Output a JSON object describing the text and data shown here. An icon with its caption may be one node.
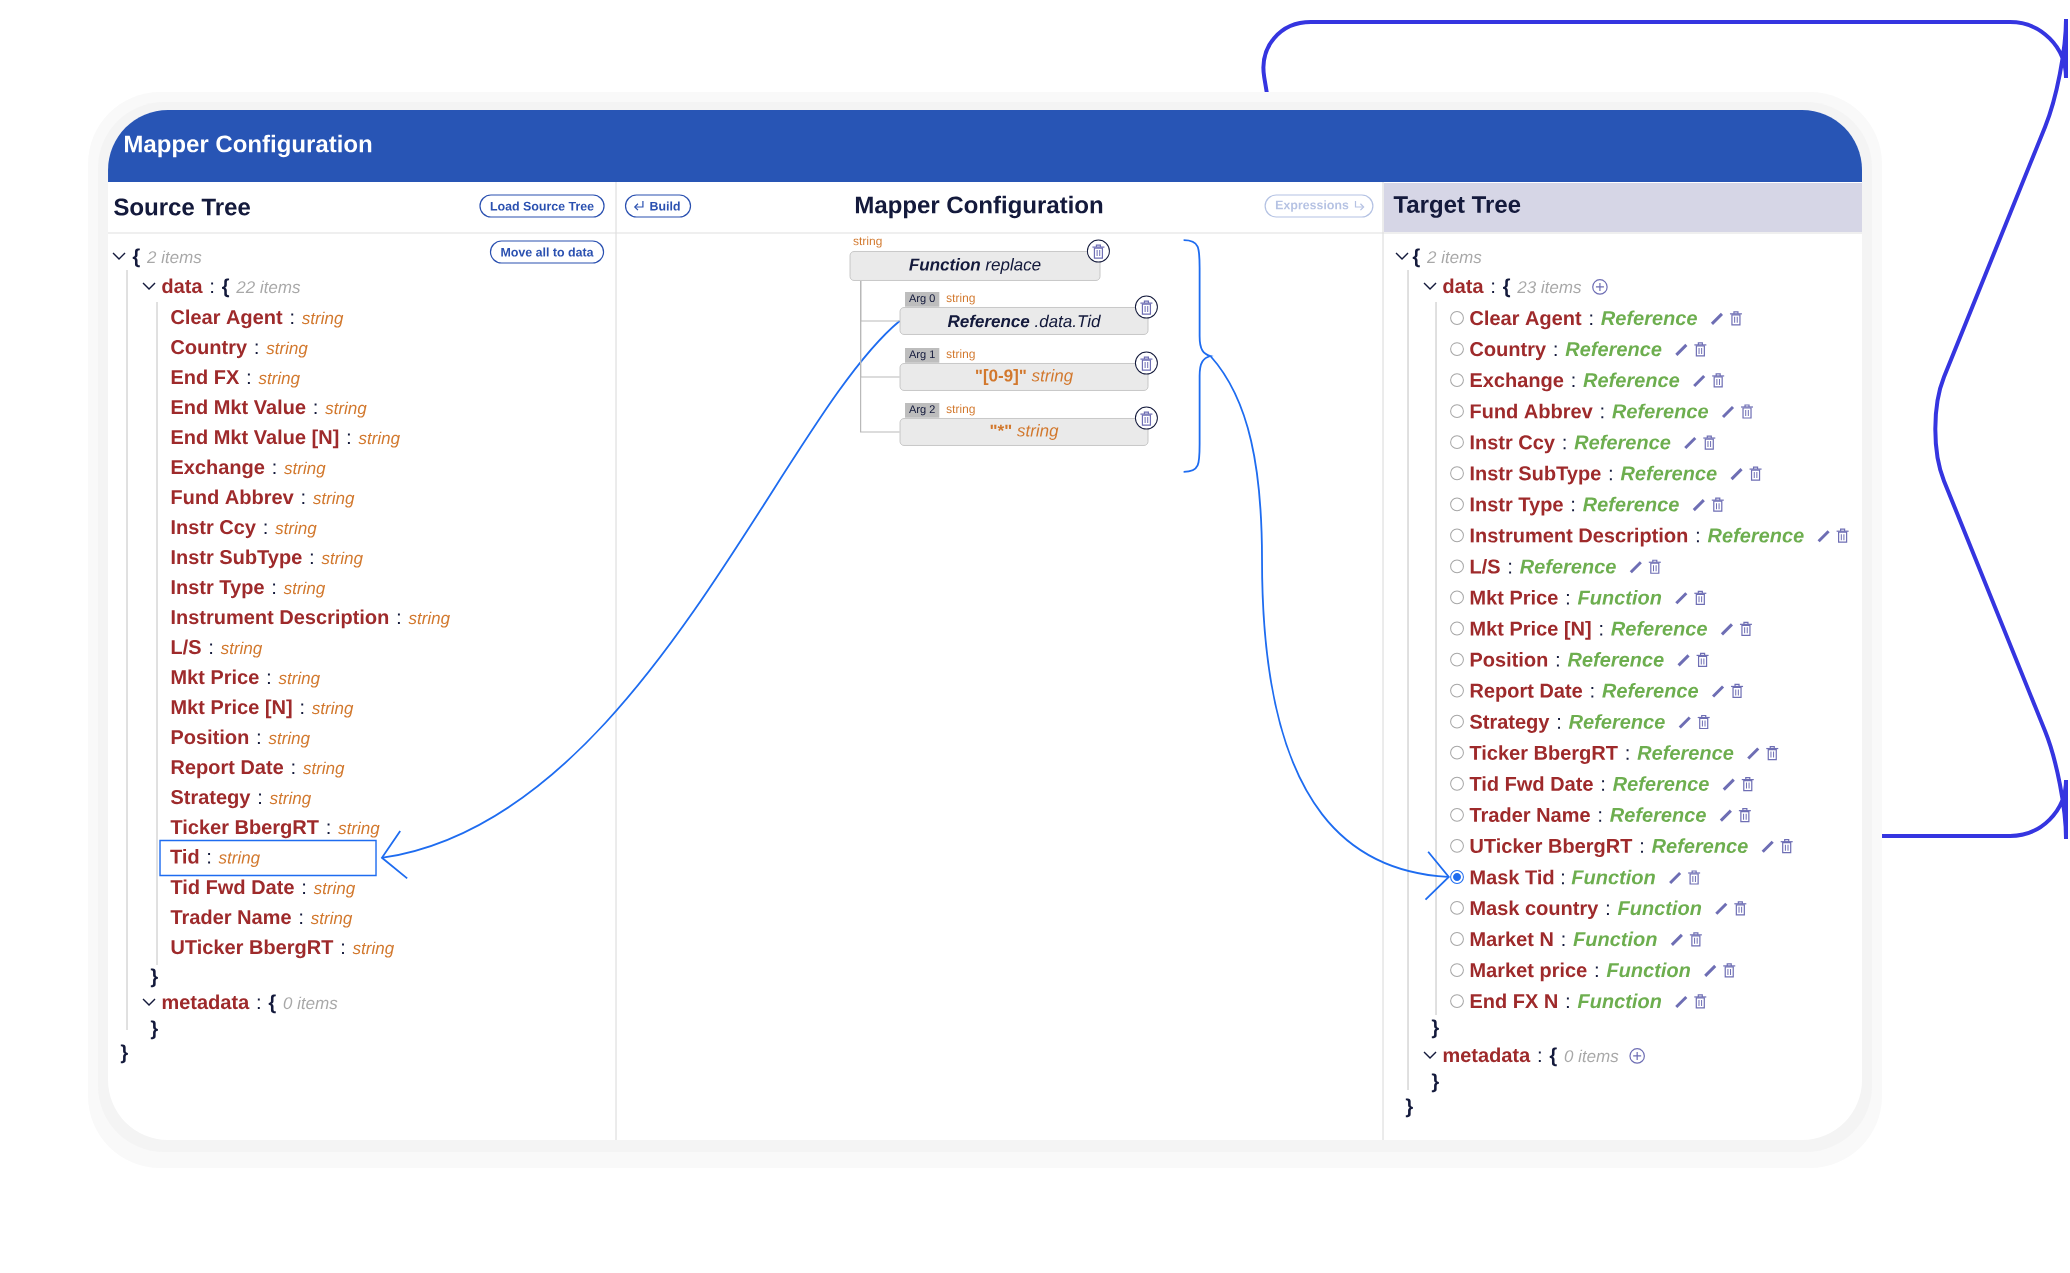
{
  "diagram": {
    "title": "Mapper Configuration",
    "nodes": [
      {
        "text": [
          "Load Source Tree"
        ]
      },
      {
        "text": [
          "Move all to data"
        ]
      },
      {
        "text": [
          "Tid",
          ":",
          "string"
        ]
      },
      {
        "text": [
          "Build"
        ]
      },
      {
        "text": [
          "Expressions"
        ]
      },
      {
        "text": [
          "Function",
          "replace"
        ],
        "beside": [
          "string"
        ]
      },
      {
        "text": [
          "Reference",
          ".data.Tid"
        ],
        "beside": [
          "Arg 0",
          "string"
        ]
      },
      {
        "text": [
          "\"[0-9]\"",
          "string"
        ],
        "beside": [
          "Arg 1",
          "string"
        ]
      },
      {
        "text": [
          "\"*\"",
          "string"
        ],
        "beside": [
          "Arg 2",
          "string"
        ]
      },
      {
        "text": [
          "Mask Tid",
          ":",
          "Function"
        ]
      },
      {
        "text": [],
        "shape": "brace"
      }
    ],
    "edges": [
      {
        "from": 6,
        "to": 2,
        "arrow": "to",
        "color": "#1e6cf0"
      },
      {
        "from": 10,
        "to": 9,
        "arrow": "to",
        "color": "#1e6cf0"
      },
      {
        "from": 5,
        "to": 6,
        "arrow": "none"
      },
      {
        "from": 5,
        "to": 7,
        "arrow": "none"
      },
      {
        "from": 5,
        "to": 8,
        "arrow": "none"
      }
    ],
    "labels": [
      "Source Tree",
      "Mapper Configuration",
      "Target Tree",
      "{",
      "2 items",
      "data",
      ":",
      "{",
      "22 items",
      "Clear Agent",
      ":",
      "string",
      "Country",
      ":",
      "string",
      "End FX",
      ":",
      "string",
      "End Mkt Value",
      ":",
      "string",
      "End Mkt Value [N]",
      ":",
      "string",
      "Exchange",
      ":",
      "string",
      "Fund Abbrev",
      ":",
      "string",
      "Instr Ccy",
      ":",
      "string",
      "Instr SubType",
      ":",
      "string",
      "Instr Type",
      ":",
      "string",
      "Instrument Description",
      ":",
      "string",
      "L/S",
      ":",
      "string",
      "Mkt Price",
      ":",
      "string",
      "Mkt Price [N]",
      ":",
      "string",
      "Position",
      ":",
      "string",
      "Report Date",
      ":",
      "string",
      "Strategy",
      ":",
      "string",
      "Ticker BbergRT",
      ":",
      "string",
      "Tid Fwd Date",
      ":",
      "string",
      "Trader Name",
      ":",
      "string",
      "UTicker BbergRT",
      ":",
      "string",
      "}",
      "metadata",
      ":",
      "{",
      "0 items",
      "}",
      "}",
      "{",
      "2 items",
      "data",
      ":",
      "{",
      "23 items",
      "Clear Agent",
      ":",
      "Reference",
      "Country",
      ":",
      "Reference",
      "Exchange",
      ":",
      "Reference",
      "Fund Abbrev",
      ":",
      "Reference",
      "Instr Ccy",
      ":",
      "Reference",
      "Instr SubType",
      ":",
      "Reference",
      "Instr Type",
      ":",
      "Reference",
      "Instrument Description",
      ":",
      "Reference",
      "L/S",
      ":",
      "Reference",
      "Mkt Price",
      ":",
      "Function",
      "Mkt Price [N]",
      ":",
      "Reference",
      "Position",
      ":",
      "Reference",
      "Report Date",
      ":",
      "Reference",
      "Strategy",
      ":",
      "Reference",
      "Ticker BbergRT",
      ":",
      "Reference",
      "Tid Fwd Date",
      ":",
      "Reference",
      "Trader Name",
      ":",
      "Reference",
      "UTicker BbergRT",
      ":",
      "Reference",
      "Mask country",
      ":",
      "Function",
      "Market N",
      ":",
      "Function",
      "Market price",
      ":",
      "Function",
      "End FX N",
      ":",
      "Function",
      "}",
      "metadata",
      ":",
      "{",
      "0 items",
      "}",
      "}"
    ]
  }
}
